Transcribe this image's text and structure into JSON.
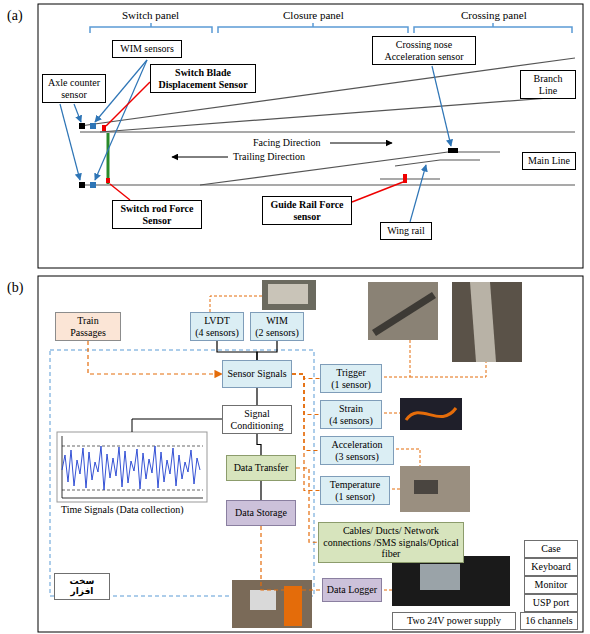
{
  "diagram": {
    "nodes": [
      {
        "text": [
          "Axle counter sensor"
        ]
      },
      {
        "text": [
          "WIM sensors"
        ]
      },
      {
        "text": [
          "Switch Blade Displacement Sensor"
        ]
      },
      {
        "text": [
          "Crossing nose Acceleration sensor"
        ]
      },
      {
        "text": [
          "Branch Line"
        ]
      },
      {
        "text": [
          "Main Line"
        ]
      },
      {
        "text": [
          "Switch rod Force Sensor"
        ]
      },
      {
        "text": [
          "Guide Rail Force sensor"
        ]
      },
      {
        "text": [
          "Wing rail"
        ]
      },
      {
        "text": [
          "Train Passages"
        ]
      },
      {
        "text": [
          "LVDT",
          "(4 sensors)"
        ]
      },
      {
        "text": [
          "WIM",
          "(2 sensors)"
        ]
      },
      {
        "text": [
          "Sensor Signals"
        ]
      },
      {
        "text": [
          "Trigger",
          "(1 sensor)"
        ]
      },
      {
        "text": [
          "Signal Conditioning"
        ]
      },
      {
        "text": [
          "Strain",
          "(4 sensors)"
        ]
      },
      {
        "text": [
          "Acceleration",
          "(3 sensors)"
        ]
      },
      {
        "text": [
          "Data Transfer"
        ]
      },
      {
        "text": [
          "Temperature",
          "(1 sensor)"
        ]
      },
      {
        "text": [
          "Data Storage"
        ]
      },
      {
        "text": [
          "Cables/ Ducts/ Network connections /SMS signals/Optical fiber"
        ]
      },
      {
        "text": [
          "سخت افزار"
        ]
      },
      {
        "text": [
          "Data Logger"
        ]
      },
      {
        "text": [
          "Case"
        ]
      },
      {
        "text": [
          "Keyboard"
        ]
      },
      {
        "text": [
          "Monitor"
        ]
      },
      {
        "text": [
          "USP port"
        ]
      },
      {
        "text": [
          "Two 24V power supply"
        ]
      },
      {
        "text": [
          "16 channels"
        ]
      }
    ],
    "edges": [
      {
        "from": 9,
        "to": 12,
        "arrow": "to"
      },
      {
        "from": 10,
        "to": 12,
        "arrow": "none"
      },
      {
        "from": 11,
        "to": 12,
        "arrow": "none"
      },
      {
        "from": 12,
        "to": 13,
        "arrow": "none"
      },
      {
        "from": 12,
        "to": 14,
        "arrow": "none"
      },
      {
        "from": 12,
        "to": 15,
        "arrow": "none"
      },
      {
        "from": 12,
        "to": 16,
        "arrow": "none"
      },
      {
        "from": 12,
        "to": 18,
        "arrow": "none"
      },
      {
        "from": 14,
        "to": 17,
        "arrow": "none"
      },
      {
        "from": 17,
        "to": 19,
        "arrow": "none"
      },
      {
        "from": 17,
        "to": 20,
        "arrow": "none"
      },
      {
        "from": 19,
        "to": 22,
        "arrow": "none"
      }
    ],
    "labels": [
      "(a)",
      "Switch panel",
      "Closure panel",
      "Crossing panel",
      "Facing Direction",
      "Trailing Direction",
      "(b)",
      "Time Signals (Data collection)"
    ]
  }
}
